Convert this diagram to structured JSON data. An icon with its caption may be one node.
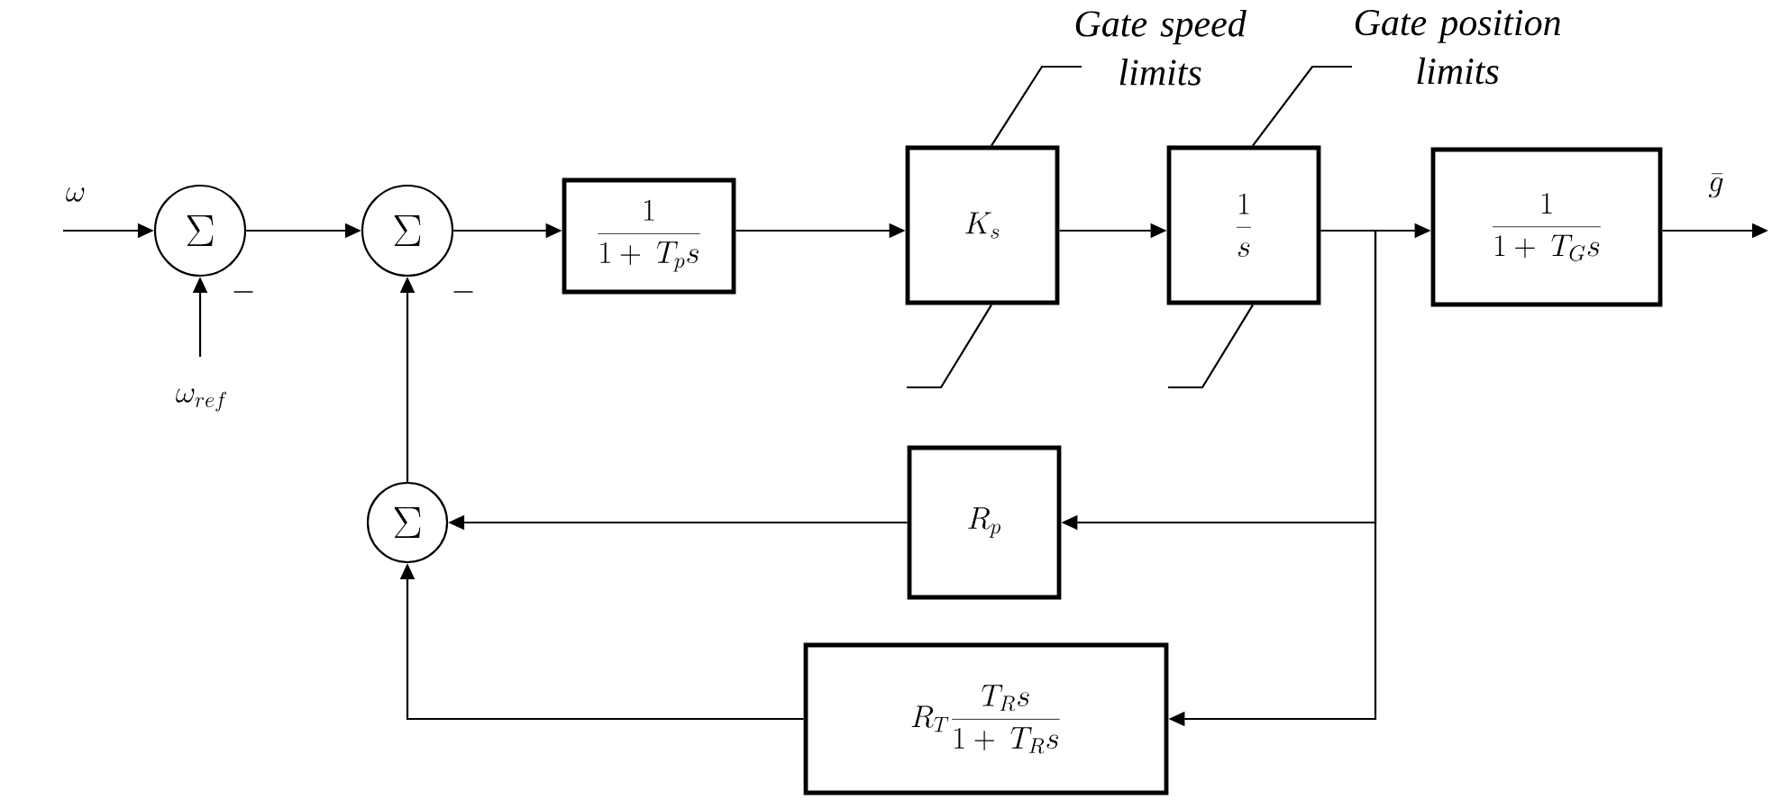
{
  "diagram": {
    "nodes": [
      {
        "text": [
          "\\Sigma"
        ]
      },
      {
        "text": [
          "\\Sigma"
        ]
      },
      {
        "text": [
          "\\frac{1}{1+\\ T_p s}"
        ]
      },
      {
        "text": [
          "K_s"
        ]
      },
      {
        "text": [
          "\\frac{1}{s}"
        ]
      },
      {
        "text": [
          "\\frac{1}{1+\\ T_G s}"
        ]
      },
      {
        "text": [
          "\\Sigma"
        ]
      },
      {
        "text": [
          "R_p"
        ]
      },
      {
        "text": [
          "R_T \\frac{T_R s}{1+\\ T_R s}"
        ]
      },
      {
        "text": [
          "Gate speed limits"
        ]
      },
      {
        "text": [
          "Gate position limits"
        ]
      }
    ],
    "edges": [
      {
        "from": null,
        "to": 0,
        "arrow": "to",
        "label": "\\omega"
      },
      {
        "from": null,
        "to": 0,
        "arrow": "to",
        "label": "\\omega_{ref}"
      },
      {
        "from": 0,
        "to": 1,
        "arrow": "to"
      },
      {
        "from": 1,
        "to": 2,
        "arrow": "to"
      },
      {
        "from": 2,
        "to": 3,
        "arrow": "to"
      },
      {
        "from": 3,
        "to": 4,
        "arrow": "to"
      },
      {
        "from": 4,
        "to": 5,
        "arrow": "to"
      },
      {
        "from": 5,
        "to": null,
        "arrow": "to",
        "label": "\\bar{g}"
      },
      {
        "from": 4,
        "to": 7,
        "arrow": "to"
      },
      {
        "from": 4,
        "to": 8,
        "arrow": "to"
      },
      {
        "from": 7,
        "to": 6,
        "arrow": "to"
      },
      {
        "from": 8,
        "to": 6,
        "arrow": "to"
      },
      {
        "from": 6,
        "to": 1,
        "arrow": "to"
      },
      {
        "from": 9,
        "to": 3,
        "arrow": "none"
      },
      {
        "from": 10,
        "to": 4,
        "arrow": "none"
      }
    ],
    "labels": [
      "-",
      "-"
    ]
  }
}
